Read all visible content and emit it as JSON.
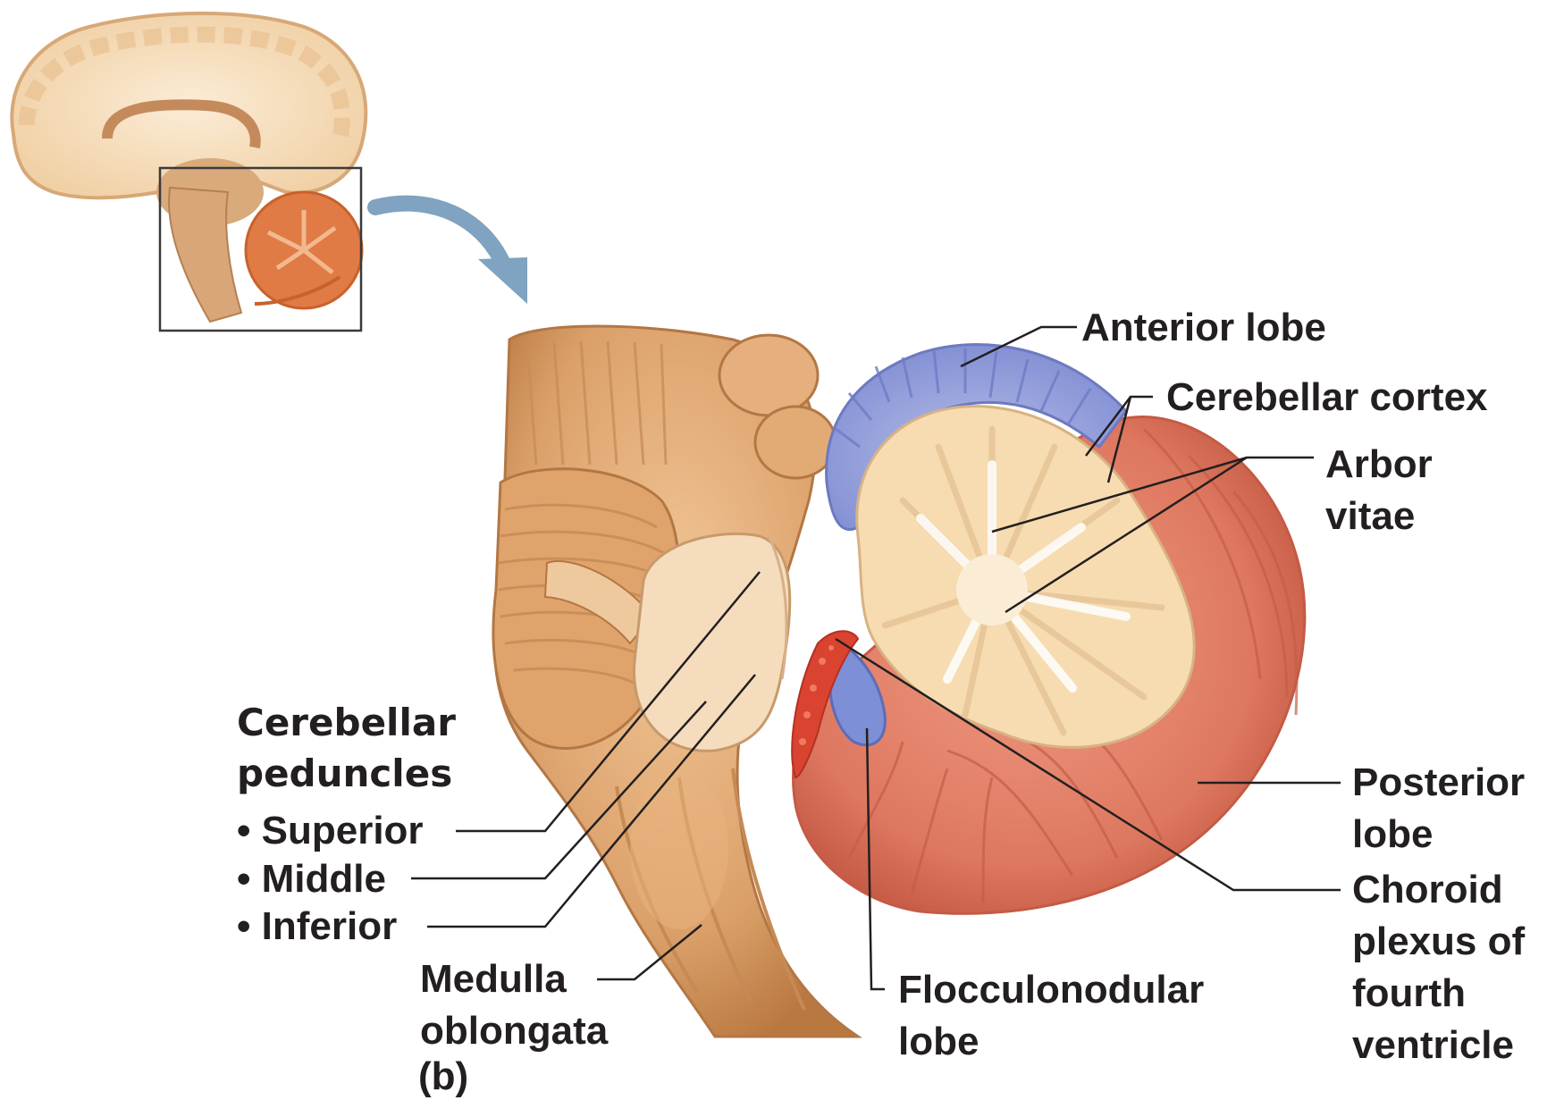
{
  "inset": {
    "arrow_color": "#7fa3c0",
    "box_color": "#3a3a3a"
  },
  "colors": {
    "brainstem": "#e3ad78",
    "brainstem_dark": "#b37744",
    "arbor_vitae": "#f6dcb0",
    "anterior_lobe": "#8e98d8",
    "posterior_lobe": "#e07c66",
    "flocculonodular_lobe": "#7d8fd6",
    "choroid_plexus": "#d9432f",
    "leader_line": "#231f20"
  },
  "labels": {
    "anterior_lobe": "Anterior lobe",
    "cerebellar_cortex": "Cerebellar cortex",
    "arbor_vitae": [
      "Arbor",
      "vitae"
    ],
    "cerebellar_peduncles": [
      "Cerebellar",
      "peduncles"
    ],
    "superior": "• Superior",
    "middle": "• Middle",
    "inferior": "• Inferior",
    "medulla_oblongata": [
      "Medulla",
      "oblongata"
    ],
    "part_letter": "(b)",
    "flocculonodular_lobe": [
      "Flocculonodular",
      "lobe"
    ],
    "posterior_lobe": [
      "Posterior",
      "lobe"
    ],
    "choroid_plexus": [
      "Choroid",
      "plexus of",
      "fourth",
      "ventricle"
    ]
  }
}
